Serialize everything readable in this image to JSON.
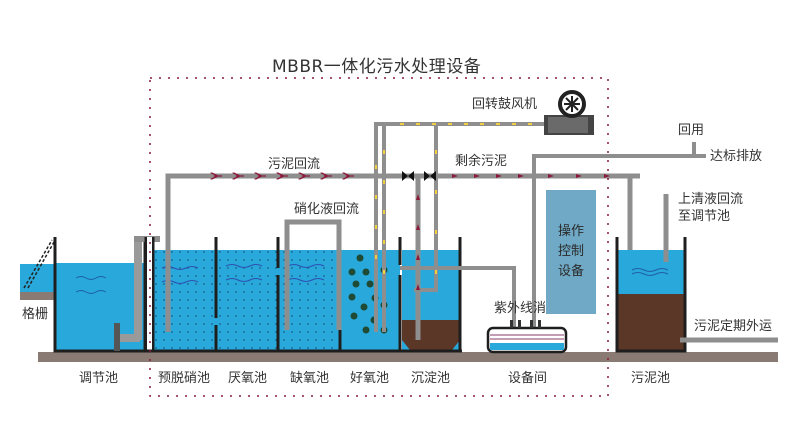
{
  "title": "MBBR一体化污水处理设备",
  "colors": {
    "water": "#29a9db",
    "sludge": "#5a3727",
    "pipe": "#8e8e8e",
    "wall": "#1e1e1e",
    "ground": "#8a7a74",
    "boundary": "#8b1a3a",
    "control_box": "#6fa9c6",
    "air_bubble": "#f0d040"
  },
  "equipment": {
    "blower": "回转鼓风机",
    "control": "操作控制设备",
    "uv": "紫外线消毒"
  },
  "flows": {
    "sludge_return": "污泥回流",
    "nitrified_return": "硝化液回流",
    "excess_sludge": "剩余污泥",
    "reuse": "回用",
    "discharge": "达标排放",
    "supernatant_return_line1": "上清液回流",
    "supernatant_return_line2": "至调节池",
    "sludge_transport": "污泥定期外运"
  },
  "units": [
    {
      "id": "screen",
      "label": "格栅"
    },
    {
      "id": "equalization",
      "label": "调节池"
    },
    {
      "id": "pre-denitrification",
      "label": "预脱硝池"
    },
    {
      "id": "anaerobic",
      "label": "厌氧池"
    },
    {
      "id": "anoxic",
      "label": "缺氧池"
    },
    {
      "id": "aerobic",
      "label": "好氧池"
    },
    {
      "id": "sedimentation",
      "label": "沉淀池"
    },
    {
      "id": "equipment-room",
      "label": "设备间"
    },
    {
      "id": "sludge-tank",
      "label": "污泥池"
    }
  ]
}
